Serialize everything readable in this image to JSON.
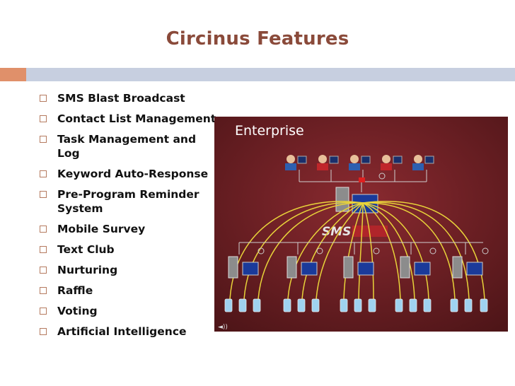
{
  "slide": {
    "title": "Circinus Features"
  },
  "bullets": [
    "SMS Blast Broadcast",
    "Contact List Management",
    "Task Management and\nLog",
    "Keyword Auto-Response",
    "Pre-Program Reminder\nSystem",
    "Mobile Survey",
    "Text Club",
    "Nurturing",
    "Raffle",
    "Voting",
    "Artificial Intelligence"
  ],
  "diagram": {
    "title": "Enterprise",
    "logo_text": "SMS",
    "colors": {
      "background": "#6a1f24",
      "links": "#e8d33a",
      "accent": "#e0906a",
      "bar": "#c7cfe0"
    }
  }
}
